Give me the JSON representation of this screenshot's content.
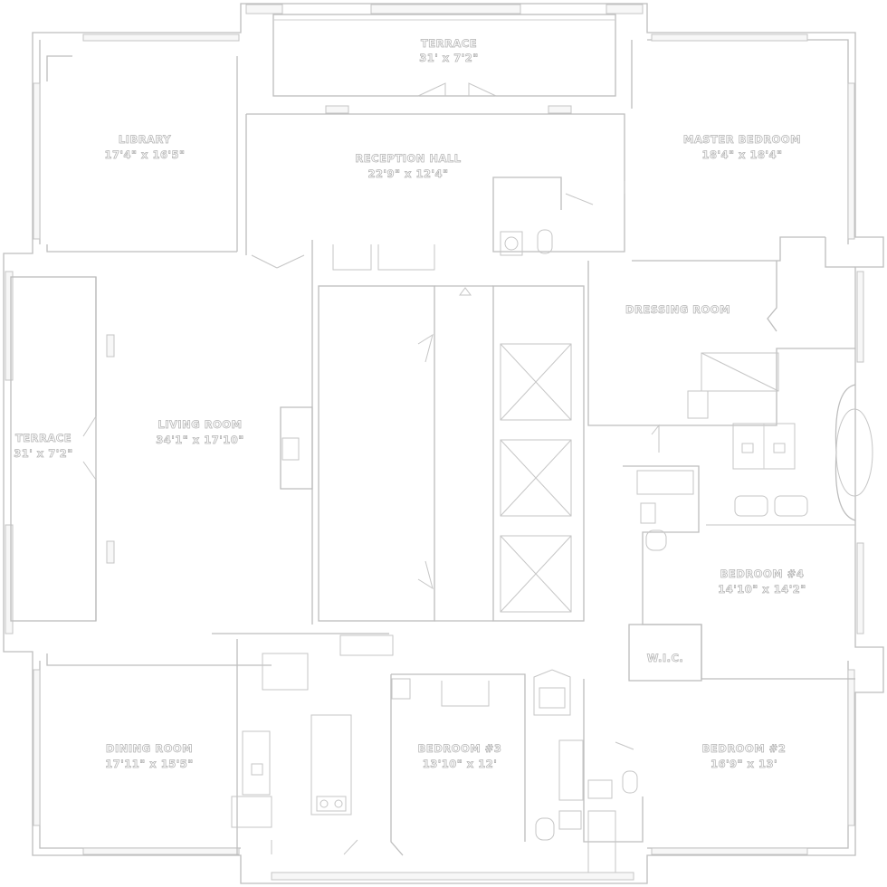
{
  "plan": {
    "rooms": [
      {
        "id": "terrace-top",
        "name": "TERRACE",
        "dims": "31' x 7'2\""
      },
      {
        "id": "library",
        "name": "LIBRARY",
        "dims": "17'4\" x 16'5\""
      },
      {
        "id": "reception-hall",
        "name": "RECEPTION HALL",
        "dims": "22'9\" x 12'4\""
      },
      {
        "id": "master-bedroom",
        "name": "MASTER BEDROOM",
        "dims": "18'4\" x 18'4\""
      },
      {
        "id": "dressing-room",
        "name": "DRESSING ROOM",
        "dims": ""
      },
      {
        "id": "terrace-left",
        "name": "TERRACE",
        "dims": "31' x 7'2\""
      },
      {
        "id": "living-room",
        "name": "LIVING ROOM",
        "dims": "34'1\" x 17'10\""
      },
      {
        "id": "bedroom-4",
        "name": "BEDROOM #4",
        "dims": "14'10\" x 14'2\""
      },
      {
        "id": "wic",
        "name": "W.I.C.",
        "dims": ""
      },
      {
        "id": "dining-room",
        "name": "DINING ROOM",
        "dims": "17'11\" x 15'5\""
      },
      {
        "id": "bedroom-3",
        "name": "BEDROOM #3",
        "dims": "13'10\" x 12'"
      },
      {
        "id": "bedroom-2",
        "name": "BEDROOM #2",
        "dims": "16'9\" x 13'"
      }
    ]
  },
  "colors": {
    "line": "#bdbdbd",
    "label_outline": "#b3b3b3",
    "background": "#ffffff"
  }
}
